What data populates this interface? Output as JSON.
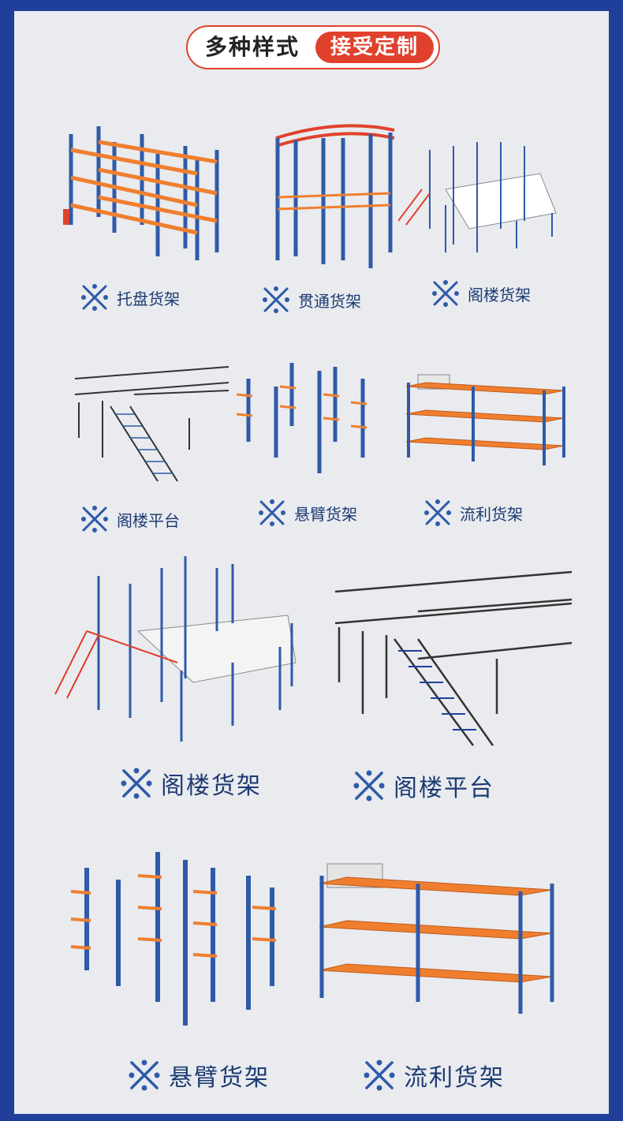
{
  "banner": {
    "left": "多种样式",
    "right": "接受定制"
  },
  "items": [
    {
      "label": "托盘货架"
    },
    {
      "label": "贯通货架"
    },
    {
      "label": "阁楼货架"
    },
    {
      "label": "阁楼平台"
    },
    {
      "label": "悬臂货架"
    },
    {
      "label": "流利货架"
    },
    {
      "label": "阁楼货架"
    },
    {
      "label": "阁楼平台"
    },
    {
      "label": "悬臂货架"
    },
    {
      "label": "流利货架"
    }
  ],
  "colors": {
    "blue": "#2e5aa8",
    "orange": "#ef7f2f",
    "accent": "#e0412d",
    "frame": "#1f3f9a"
  }
}
